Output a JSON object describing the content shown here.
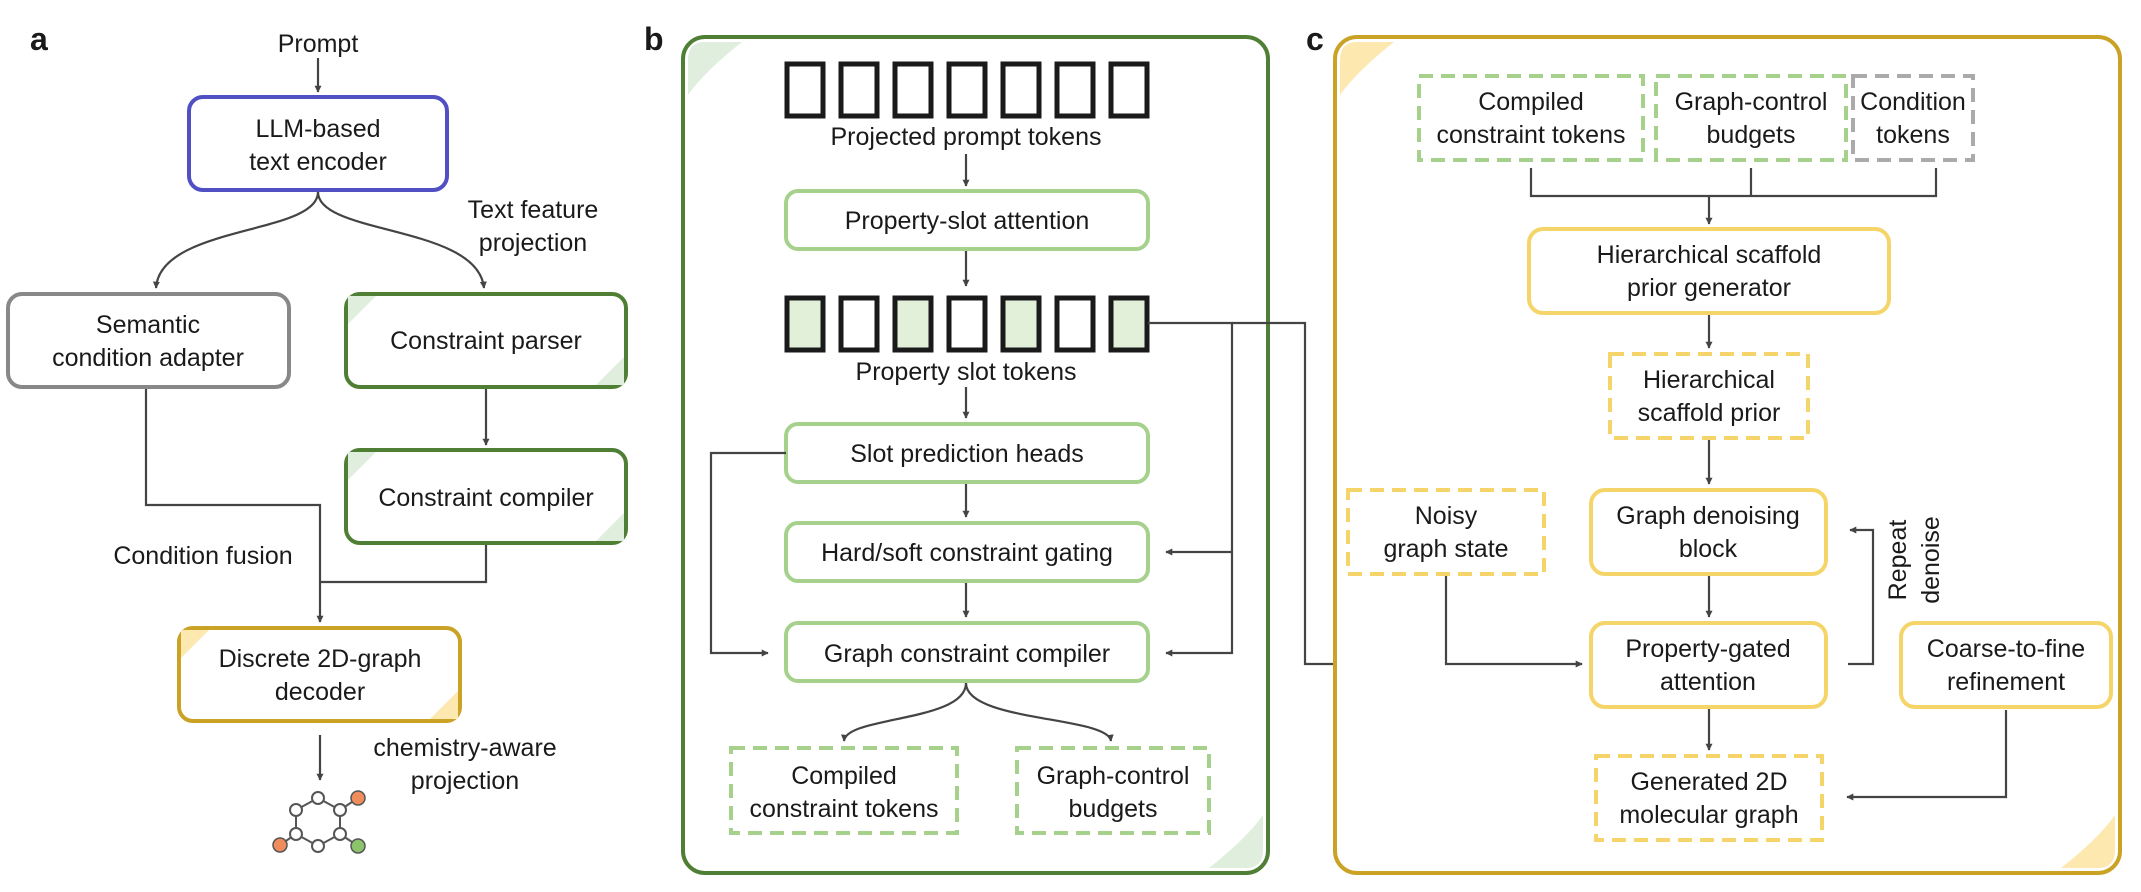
{
  "colors": {
    "blue": "#5050c4",
    "grey": "#888888",
    "dark_green": "#4f7f34",
    "light_green": "#a6d18c",
    "green_fill": "#e3f0d9",
    "gold": "#c9a226",
    "yellow": "#f5d56a",
    "yellow_corner": "#fde8b0",
    "green_corner": "#dfeedd",
    "orange_atom": "#f08d5c",
    "green_atom": "#8cc46b"
  },
  "panel_a": {
    "letter": "a",
    "prompt": "Prompt",
    "text_encoder": [
      "LLM-based",
      "text encoder"
    ],
    "text_feature_projection": [
      "Text feature",
      "projection"
    ],
    "semantic_adapter": [
      "Semantic",
      "condition adapter"
    ],
    "constraint_parser": "Constraint parser",
    "constraint_compiler": "Constraint compiler",
    "condition_fusion": "Condition fusion",
    "decoder": [
      "Discrete 2D-graph",
      "decoder"
    ],
    "chemistry_projection": [
      "chemistry-aware",
      "projection"
    ],
    "molecule_icon": "molecule-graph-icon"
  },
  "panel_b": {
    "letter": "b",
    "projected_prompt_tokens": "Projected prompt tokens",
    "property_slot_attention": "Property-slot attention",
    "property_slot_tokens": "Property slot tokens",
    "slot_prediction_heads": "Slot prediction heads",
    "constraint_gating": "Hard/soft constraint gating",
    "graph_constraint_compiler": "Graph constraint compiler",
    "compiled_constraint_tokens": [
      "Compiled",
      "constraint tokens"
    ],
    "graph_control_budgets": [
      "Graph-control",
      "budgets"
    ]
  },
  "panel_c": {
    "letter": "c",
    "compiled_constraint_tokens": [
      "Compiled",
      "constraint tokens"
    ],
    "graph_control_budgets": [
      "Graph-control",
      "budgets"
    ],
    "condition_tokens": [
      "Condition",
      "tokens"
    ],
    "scaffold_prior_generator": [
      "Hierarchical scaffold",
      "prior generator"
    ],
    "scaffold_prior": [
      "Hierarchical",
      "scaffold prior"
    ],
    "noisy_graph_state": [
      "Noisy",
      "graph state"
    ],
    "graph_denoising_block": [
      "Graph denoising",
      "block"
    ],
    "property_gated_attention": [
      "Property-gated",
      "attention"
    ],
    "repeat_denoise": [
      "Repeat",
      "denoise"
    ],
    "coarse_to_fine": [
      "Coarse-to-fine",
      "refinement"
    ],
    "generated_graph": [
      "Generated 2D",
      "molecular graph"
    ]
  }
}
